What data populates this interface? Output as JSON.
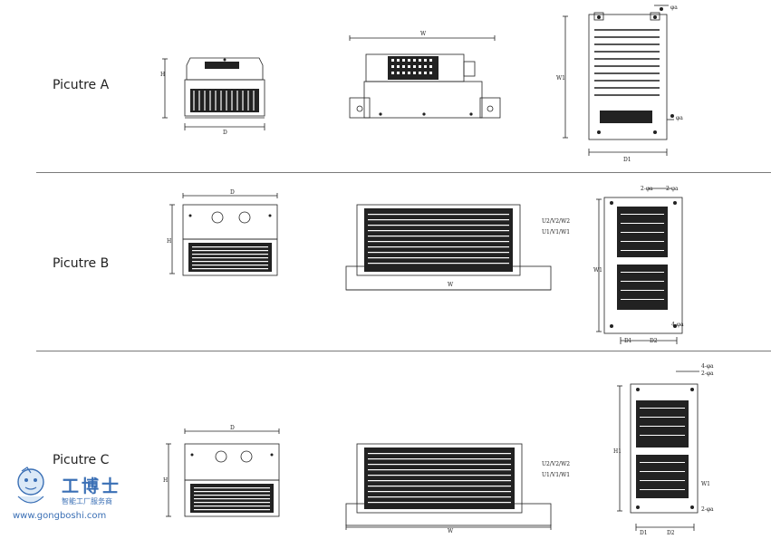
{
  "rows": [
    {
      "label": "Picutre A"
    },
    {
      "label": "Picutre B"
    },
    {
      "label": "Picutre C"
    }
  ],
  "dims": {
    "H": "H",
    "D": "D",
    "W": "W",
    "W1": "W1",
    "D1": "D1",
    "D2": "D2",
    "H1": "H1",
    "phi_a": "φa",
    "two_phi_a": "2-φa",
    "four_phi_a": "4-φa",
    "u2v2w2": "U2/V2/W2",
    "u1v1w1": "U1/V1/W1"
  },
  "watermark": {
    "title": "工博士",
    "subtitle": "智能工厂服务商",
    "url": "www.gongboshi.com"
  }
}
